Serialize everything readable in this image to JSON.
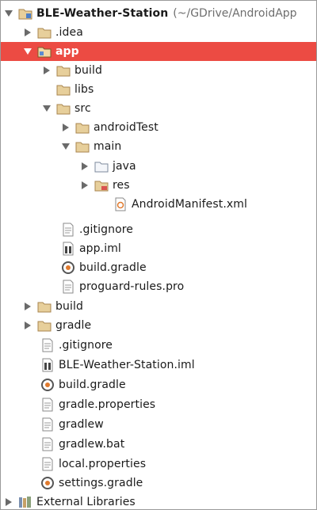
{
  "project_tree": {
    "root": {
      "label": "BLE-Weather-Station",
      "path": "(~/GDrive/AndroidApp"
    },
    "items": [
      {
        "label": ".idea",
        "icon": "folder-icon"
      },
      {
        "label": "app",
        "icon": "module-folder-icon"
      },
      {
        "label": "build",
        "icon": "folder-icon"
      },
      {
        "label": "libs",
        "icon": "folder-icon"
      },
      {
        "label": "src",
        "icon": "folder-icon"
      },
      {
        "label": "androidTest",
        "icon": "folder-icon"
      },
      {
        "label": "main",
        "icon": "folder-icon"
      },
      {
        "label": "java",
        "icon": "source-folder-icon"
      },
      {
        "label": "res",
        "icon": "resource-folder-icon"
      },
      {
        "label": "AndroidManifest.xml",
        "icon": "xml-file-icon"
      },
      {
        "label": ".gitignore",
        "icon": "text-file-icon"
      },
      {
        "label": "app.iml",
        "icon": "iml-file-icon"
      },
      {
        "label": "build.gradle",
        "icon": "gradle-file-icon"
      },
      {
        "label": "proguard-rules.pro",
        "icon": "text-file-icon"
      },
      {
        "label": "build",
        "icon": "folder-icon"
      },
      {
        "label": "gradle",
        "icon": "folder-icon"
      },
      {
        "label": ".gitignore",
        "icon": "text-file-icon"
      },
      {
        "label": "BLE-Weather-Station.iml",
        "icon": "iml-file-icon"
      },
      {
        "label": "build.gradle",
        "icon": "gradle-file-icon"
      },
      {
        "label": "gradle.properties",
        "icon": "properties-file-icon"
      },
      {
        "label": "gradlew",
        "icon": "text-file-icon"
      },
      {
        "label": "gradlew.bat",
        "icon": "text-file-icon"
      },
      {
        "label": "local.properties",
        "icon": "properties-file-icon"
      },
      {
        "label": "settings.gradle",
        "icon": "gradle-file-icon"
      }
    ],
    "external_libraries": {
      "label": "External Libraries",
      "icon": "library-icon"
    },
    "selected_item": "app",
    "colors": {
      "selection": "#ec4b43",
      "folder": "#c6a066",
      "arrow": "#6a6a6a"
    }
  }
}
